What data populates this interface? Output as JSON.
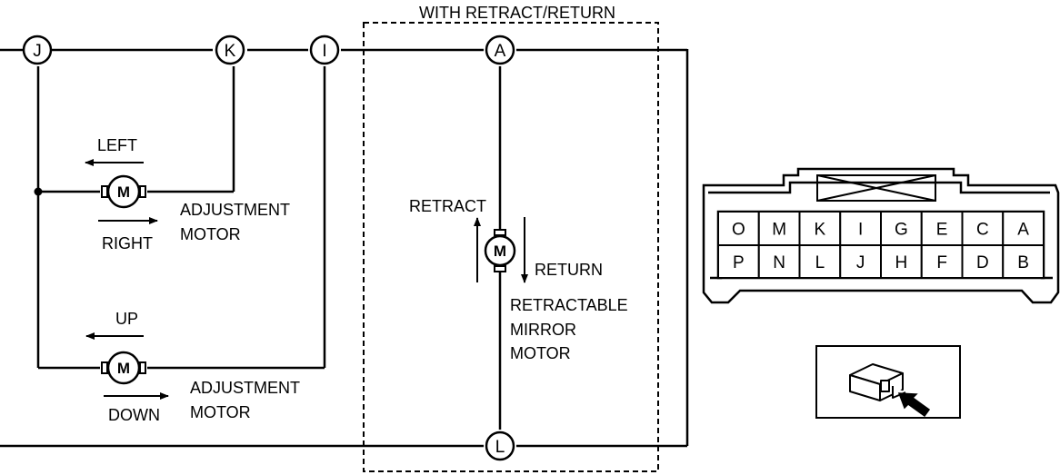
{
  "diagram": {
    "dashed_box_label": "WITH RETRACT/RETURN",
    "terminals": {
      "j": "J",
      "k": "K",
      "i": "I",
      "a": "A",
      "l": "L"
    },
    "motor_symbol": "M",
    "lr_motor": {
      "label_line1": "ADJUSTMENT",
      "label_line2": "MOTOR",
      "dir_top": "LEFT",
      "dir_bottom": "RIGHT"
    },
    "ud_motor": {
      "label_line1": "ADJUSTMENT",
      "label_line2": "MOTOR",
      "dir_top": "UP",
      "dir_bottom": "DOWN"
    },
    "retract_motor": {
      "label_line1": "RETRACTABLE",
      "label_line2": "MIRROR",
      "label_line3": "MOTOR",
      "dir_up": "RETRACT",
      "dir_down": "RETURN"
    }
  },
  "connector": {
    "top_row": [
      "O",
      "M",
      "K",
      "I",
      "G",
      "E",
      "C",
      "A"
    ],
    "bottom_row": [
      "P",
      "N",
      "L",
      "J",
      "H",
      "F",
      "D",
      "B"
    ]
  }
}
